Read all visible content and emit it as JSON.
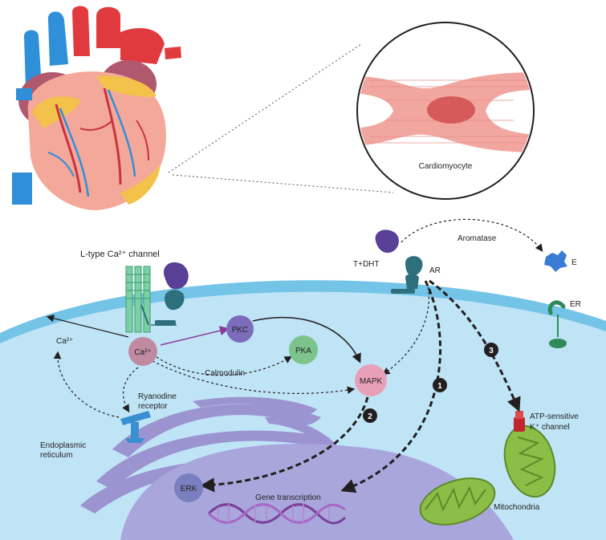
{
  "labels": {
    "cardiomyocyte": "Cardiomyocyte",
    "l_type_channel": "L-type Ca²⁺ channel",
    "ca_out": "Ca²⁺",
    "ca_in": "Ca²⁺",
    "pkc": "PKC",
    "pka": "PKA",
    "calmodulin": "Calmodulin",
    "mapk": "MAPK",
    "ryanodine_line1": "Ryanodine",
    "ryanodine_line2": "receptor",
    "er_line1": "Endoplasmic",
    "er_line2": "reticulum",
    "erk": "ERK",
    "gene_transcription": "Gene transcription",
    "t_dht": "T+DHT",
    "ar": "AR",
    "aromatase": "Aromatase",
    "estrogen": "E",
    "estrogen_receptor": "ER",
    "atp_line1": "ATP-sensitive",
    "atp_line2": "K⁺ channel",
    "mitochondria": "Mitochondria",
    "pathway_1": "1",
    "pathway_2": "2",
    "pathway_3": "3"
  },
  "colors": {
    "cytoplasm": "#bfe4f6",
    "membrane": "#74c4e8",
    "nucleus": "#a9a6dc",
    "er": "#9b8fd0",
    "pkc": "#7c6dbb",
    "pka": "#7cc48c",
    "mapk": "#e8a0b8",
    "erk": "#7a7fbf",
    "ca_blob": "#c08aa3",
    "receptor_purple": "#5a3f96",
    "receptor_teal": "#2e6f7d",
    "mitochondria": "#8bbd47",
    "muscle": "#f2a6a0"
  }
}
